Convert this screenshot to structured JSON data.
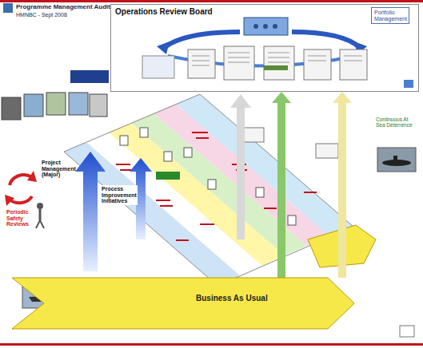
{
  "diagram": {
    "title": "Programme Management Audit",
    "nodes": [
      {
        "text": [
          "Operations Review Board"
        ]
      },
      {
        "text": [
          "Portfolio Management"
        ],
        "in": 0
      },
      {
        "text": [
          "Business As Usual"
        ]
      }
    ],
    "edges": [
      {
        "from": 2,
        "to": 0,
        "arrow": "to"
      },
      {
        "from": 2,
        "to": 0,
        "arrow": "to"
      }
    ],
    "labels": [
      "HMNBC - Sept 2008",
      "Project Management (Major)",
      "Periodic Safety Reviews",
      "Process Improvement Initiatives",
      "Continuous At Sea Deterrence"
    ]
  }
}
